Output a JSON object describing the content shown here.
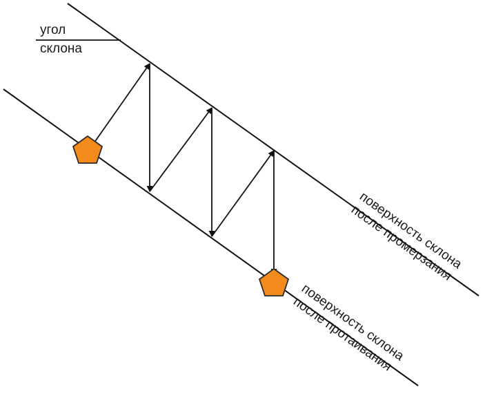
{
  "labels": {
    "slope_angle_line1": "угол",
    "slope_angle_line2": "склона",
    "frozen_line1": "поверхность склона",
    "frozen_line2": "после промерзания",
    "thawed_line1": "поверхность склона",
    "thawed_line2": "после протаивания"
  },
  "colors": {
    "line": "#111111",
    "particle": "#f28a1c",
    "particle_outline": "#2b2b2b"
  }
}
